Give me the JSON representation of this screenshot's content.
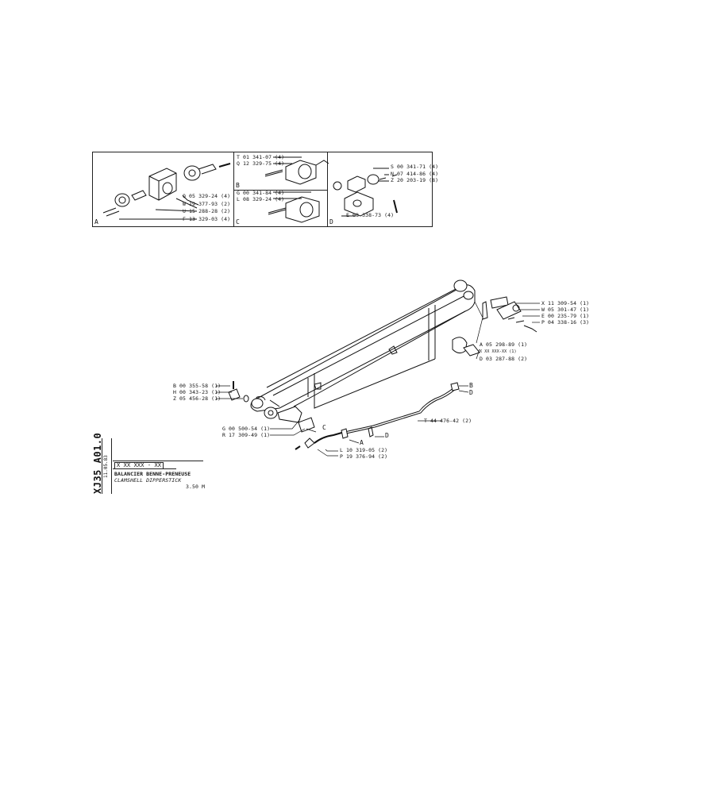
{
  "detail_panels": {
    "A": {
      "letter": "A",
      "labels": [
        "Q 05 329-24 (4)",
        "W 19 377-93 (2)",
        "U 15 288-28 (2)",
        "F 13 329-03 (4)"
      ]
    },
    "B": {
      "letter": "B",
      "labels": [
        "T 01 341-07 (4)",
        "Q 12 329-75 (4)"
      ]
    },
    "C": {
      "letter": "C",
      "labels": [
        "G 00 341-84 (4)",
        "L 08 329-24 (4)"
      ]
    },
    "D": {
      "letter": "D",
      "labels": [
        "S 00 341-71 (4)",
        "N 07 414-86 (4)",
        "Z 20 203-19 (8)",
        "E 08 338-73 (4)"
      ]
    }
  },
  "main_labels": {
    "right_top": [
      "X 11 309-54 (1)",
      "W 05 301-47 (1)",
      "E 00 235-79 (1)",
      "P 04 338-16 (3)"
    ],
    "right_mid": [
      "A 05 298-89 (1)",
      "X XX XXX-XX (1)",
      "D 03 287-88 (2)"
    ],
    "left": [
      "B 00 355-58 (1)",
      "H 00 343-23 (1)",
      "Z 05 456-28 (1)"
    ],
    "bottom_left": [
      "G 00 500-54 (1)",
      "R 17 309-49 (1)"
    ],
    "bottom_mid": [
      "L 10 319-05 (2)",
      "P 19 376-94 (2)"
    ],
    "hose": "T 44 476-42 (2)",
    "callouts": {
      "A": "A",
      "B": "B",
      "C": "C",
      "D1": "D",
      "D2": "D"
    }
  },
  "title_block": {
    "code": "XJ35 A01.0",
    "date": "11.05.83",
    "ref": "X XX XXX - XX",
    "title_fr": "BALANCIER BENNE-PRENEUSE",
    "title_en": "CLAMSHELL DIPPERSTICK",
    "length": "3.50 M"
  }
}
